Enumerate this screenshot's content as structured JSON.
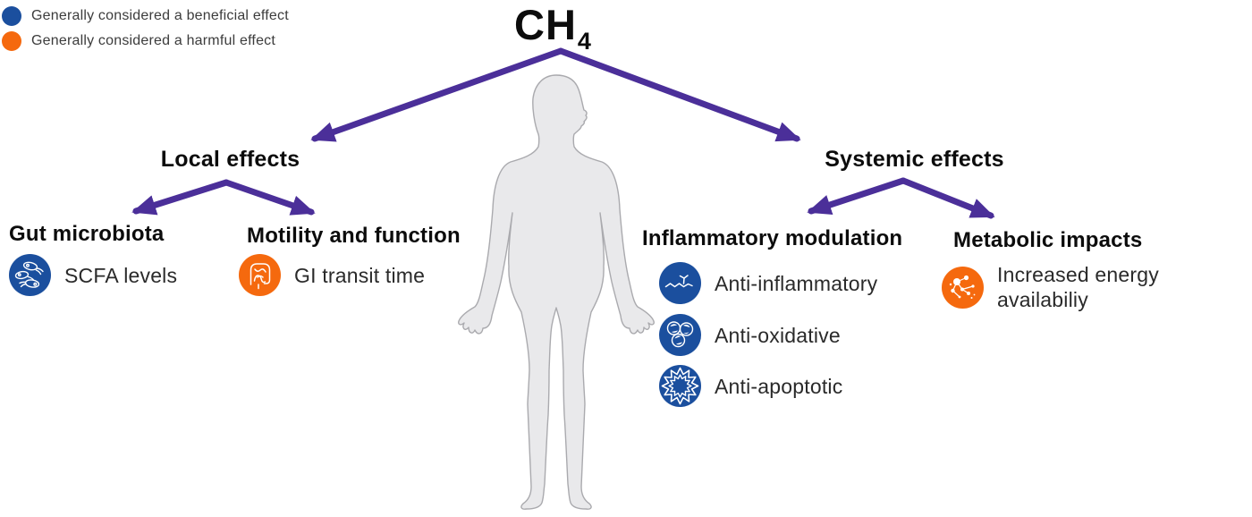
{
  "colors": {
    "beneficial_blue": "#1b4f9e",
    "harmful_orange": "#f5690e",
    "arrow_purple": "#4b2f99",
    "body_gray": "#e9e9eb"
  },
  "legend": {
    "items": [
      {
        "type": "beneficial",
        "icon": "beneficial-dot-icon",
        "color": "#1b4f9e",
        "label": "Generally considered a beneficial effect"
      },
      {
        "type": "harmful",
        "icon": "harmful-dot-icon",
        "color": "#f5690e",
        "label": "Generally considered a harmful effect"
      }
    ]
  },
  "title": {
    "formula": "CH",
    "subscript": "4"
  },
  "tree": {
    "local": {
      "label": "Local effects",
      "groups": [
        {
          "heading": "Gut microbiota",
          "items": [
            {
              "icon": "bacteria-icon",
              "effect": "beneficial",
              "label": "SCFA levels"
            }
          ]
        },
        {
          "heading": "Motility and function",
          "items": [
            {
              "icon": "intestine-icon",
              "effect": "harmful",
              "label": "GI transit time"
            }
          ]
        }
      ]
    },
    "systemic": {
      "label": "Systemic effects",
      "groups": [
        {
          "heading": "Inflammatory modulation",
          "items": [
            {
              "icon": "molecule-chain-icon",
              "effect": "beneficial",
              "label": "Anti-inflammatory"
            },
            {
              "icon": "cells-icon",
              "effect": "beneficial",
              "label": "Anti-oxidative"
            },
            {
              "icon": "starburst-icon",
              "effect": "beneficial",
              "label": "Anti-apoptotic"
            }
          ]
        },
        {
          "heading": "Metabolic impacts",
          "items": [
            {
              "icon": "molecular-network-icon",
              "effect": "harmful",
              "label": "Increased energy availabiliy"
            }
          ]
        }
      ]
    }
  }
}
